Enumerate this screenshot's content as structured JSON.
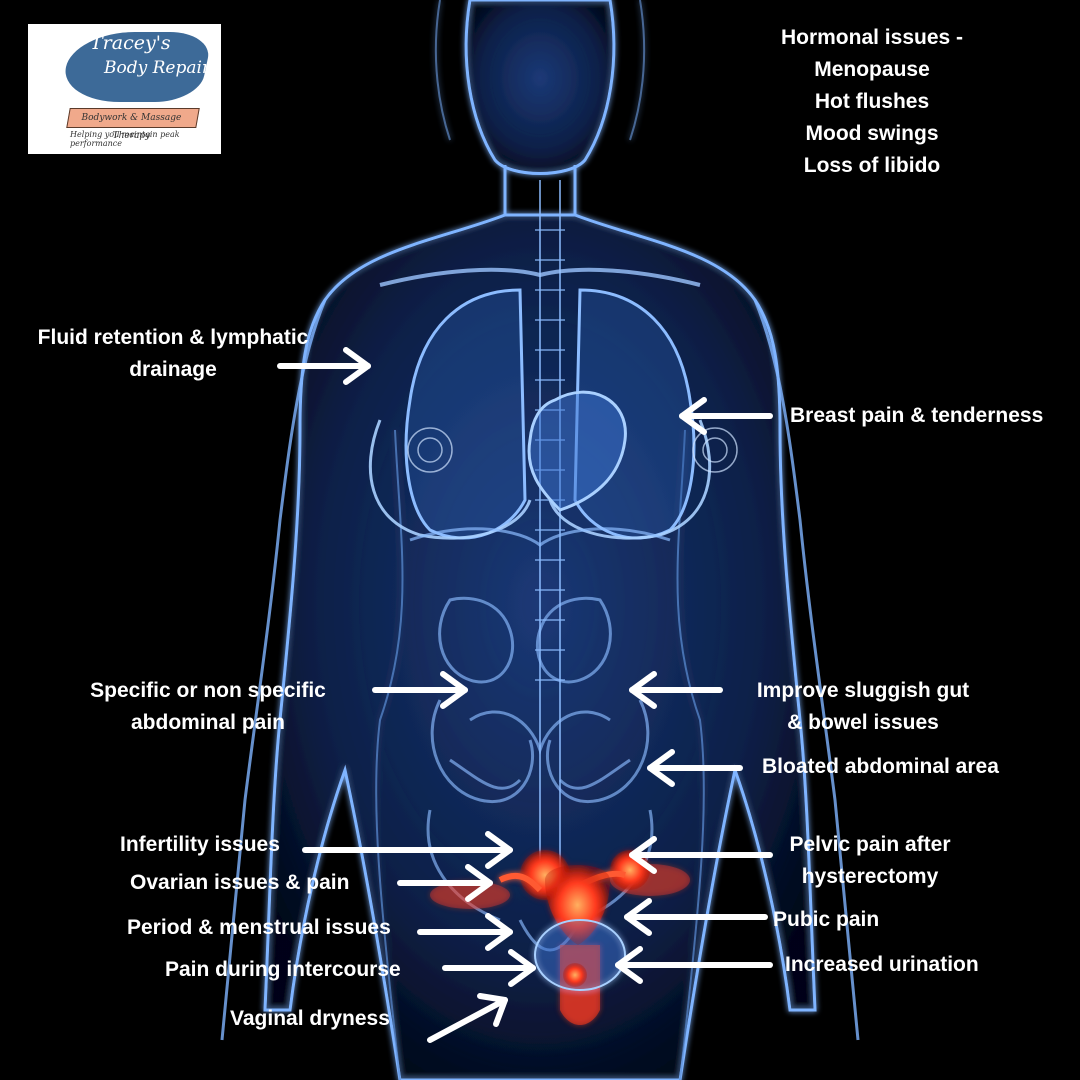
{
  "logo": {
    "line1": "Tracey's",
    "line2": "Body Repairs",
    "banner": "Bodywork & Massage Therapy",
    "tagline": "Helping you maintain peak performance"
  },
  "hormonal": [
    "Hormonal issues -",
    "Menopause",
    "Hot flushes",
    "Mood swings",
    "Loss of libido"
  ],
  "labels": {
    "fluid_1": "Fluid retention & lymphatic",
    "fluid_2": "drainage",
    "breast": "Breast pain & tenderness",
    "abdominal_1": "Specific or non specific",
    "abdominal_2": "abdominal pain",
    "gut_1": "Improve sluggish gut",
    "gut_2": "& bowel issues",
    "bloated": "Bloated abdominal area",
    "infertility": "Infertility issues",
    "pelvic_1": "Pelvic pain after",
    "pelvic_2": "hysterectomy",
    "ovarian": "Ovarian issues & pain",
    "period": "Period & menstrual issues",
    "pubic": "Pubic pain",
    "intercourse": "Pain during intercourse",
    "urination": "Increased urination",
    "vaginal": "Vaginal dryness"
  },
  "colors": {
    "background": "#000000",
    "body_glow": "#4f8fe0",
    "organs": "#ff3b1f",
    "text": "#ffffff"
  }
}
